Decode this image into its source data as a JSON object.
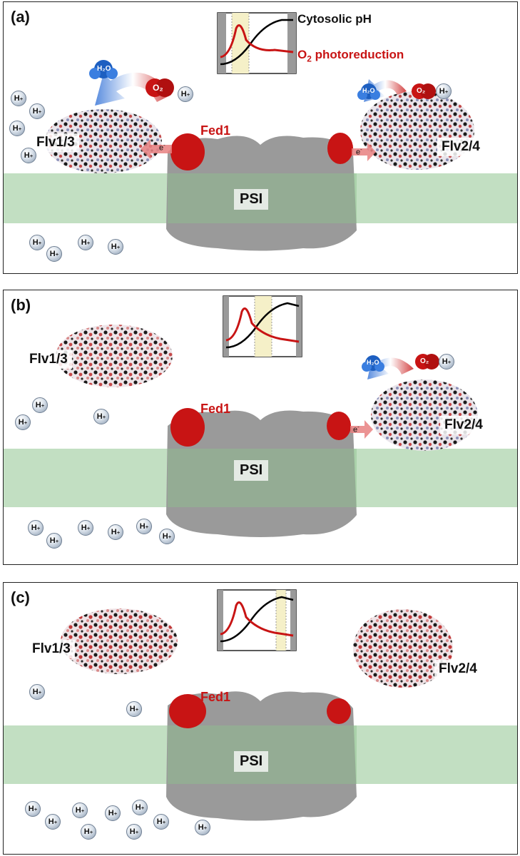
{
  "colors": {
    "membrane": "#8fc48f",
    "fed": "#c81414",
    "ph_line": "#000000",
    "o2_line": "#c81414",
    "highlight": "#f5f0c8",
    "psi": "#9a9a9a"
  },
  "legend": {
    "ph": "Cytosolic pH",
    "o2": "O",
    "o2_sub": "2",
    "o2_rest": " photoreduction"
  },
  "panels": [
    {
      "id": "a",
      "label": "(a)",
      "flv13": "Flv1/3",
      "flv24": "Flv2/4",
      "fed": "Fed1",
      "psi": "PSI",
      "h2o": "H₂O",
      "o2": "O₂",
      "electron": "e",
      "electron_sup": "-",
      "proton": "H",
      "proton_sup": "+",
      "window_fraction": [
        0.18,
        0.4
      ]
    },
    {
      "id": "b",
      "label": "(b)",
      "flv13": "Flv1/3",
      "flv24": "Flv2/4",
      "fed": "Fed1",
      "psi": "PSI",
      "h2o": "H₂O",
      "o2": "O₂",
      "electron": "e",
      "electron_sup": "-",
      "proton": "H",
      "proton_sup": "+",
      "window_fraction": [
        0.4,
        0.62
      ]
    },
    {
      "id": "c",
      "label": "(c)",
      "flv13": "Flv1/3",
      "flv24": "Flv2/4",
      "fed": "Fed1",
      "psi": "PSI",
      "proton": "H",
      "proton_sup": "+",
      "window_fraction": [
        0.74,
        0.86
      ]
    }
  ]
}
